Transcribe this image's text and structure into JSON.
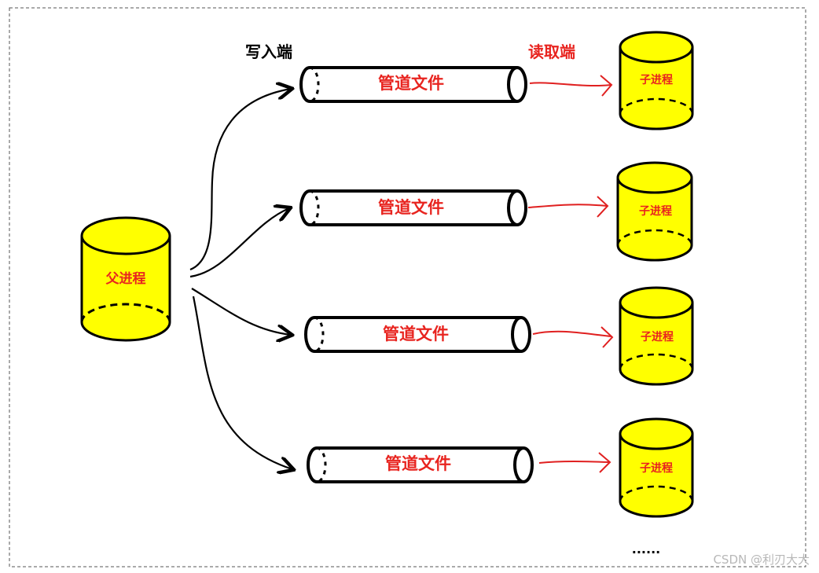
{
  "labels": {
    "write_end": "写入端",
    "read_end": "读取端",
    "parent": "父进程",
    "ellipsis": "......",
    "watermark": "CSDN @利刃大大"
  },
  "pipes": [
    {
      "name_a": "管道",
      "name_b": "文件"
    },
    {
      "name_a": "管道",
      "name_b": "文件"
    },
    {
      "name_a": "管道",
      "name_b": "文件"
    },
    {
      "name_a": "管道",
      "name_b": "文件"
    }
  ],
  "children": [
    {
      "label": "子进程"
    },
    {
      "label": "子进程"
    },
    {
      "label": "子进程"
    },
    {
      "label": "子进程"
    }
  ],
  "colors": {
    "cylinder_fill": "#ffff00",
    "text_red": "#e8241f",
    "arrow_red": "#e02020",
    "stroke_black": "#000000"
  }
}
